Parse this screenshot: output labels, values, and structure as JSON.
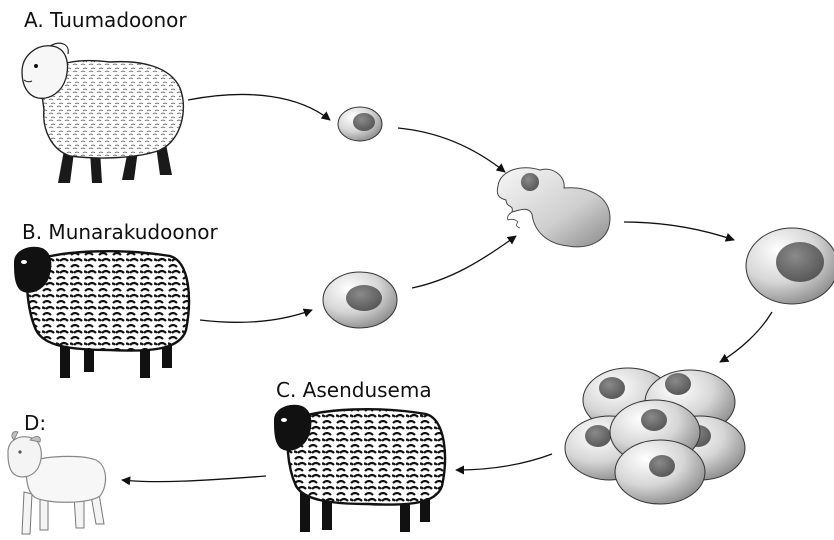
{
  "labels": {
    "a": "A. Tuumadoonor",
    "b": "B. Munarakudoonor",
    "c": "C. Asendusema",
    "d": "D:"
  },
  "colors": {
    "outline": "#111111",
    "cell_light": "#f0f0f0",
    "cell_mid": "#bdbdbd",
    "cell_dark": "#7a7a7a",
    "nucleus": "#6a6a6a",
    "fleece_white": "#ffffff",
    "fleece_texture": "#333333",
    "head_black": "#111111"
  },
  "icons": {
    "sheep_a": "white-sheep-icon",
    "sheep_b": "black-faced-sheep-icon",
    "sheep_c": "black-faced-sheep-icon",
    "lamb_d": "lamb-icon"
  }
}
